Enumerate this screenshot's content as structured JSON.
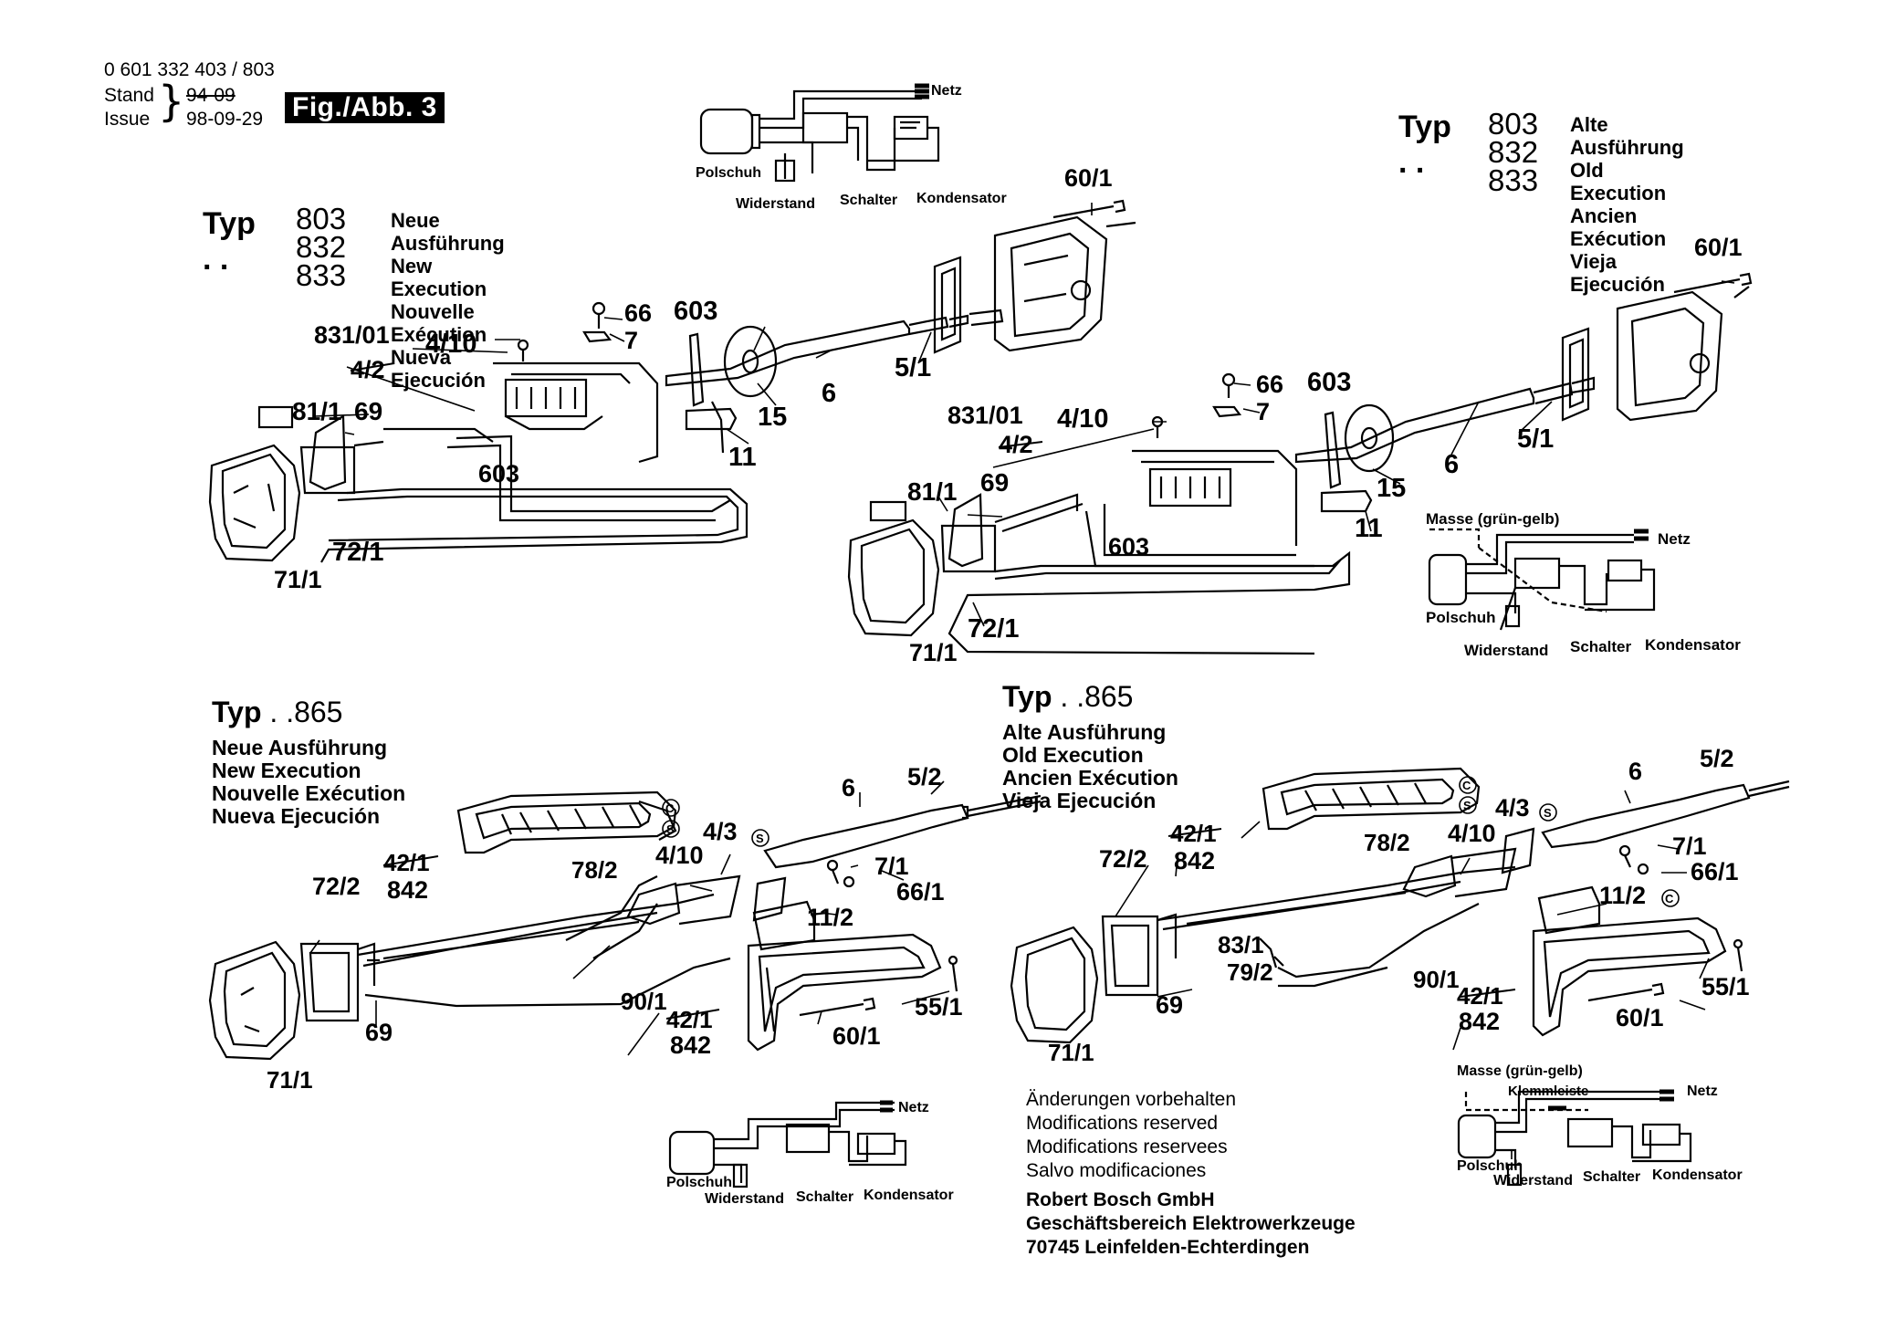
{
  "header": {
    "part_number": "0 601 332 403 / 803",
    "stand_label": "Stand",
    "issue_label": "Issue",
    "stand_value_struck": "94-09",
    "issue_value": "98-09-29",
    "figure_label": "Fig./Abb. 3"
  },
  "type_blocks": {
    "new_803": {
      "typ": "Typ",
      "codes": [
        "803",
        "832",
        "833"
      ],
      "descriptions": [
        "Neue Ausführung",
        "New Execution",
        "Nouvelle Exécution",
        "Nueva Ejecución"
      ]
    },
    "old_803": {
      "typ": "Typ",
      "codes": [
        "803",
        "832",
        "833"
      ],
      "descriptions": [
        "Alte Ausführung",
        "Old Execution",
        "Ancien Exécution",
        "Vieja Ejecución"
      ]
    },
    "new_865": {
      "typ": "Typ",
      "code": "865",
      "descriptions": [
        "Neue Ausführung",
        "New Execution",
        "Nouvelle Exécution",
        "Nueva Ejecución"
      ]
    },
    "old_865": {
      "typ": "Typ",
      "code": "865",
      "descriptions": [
        "Alte Ausführung",
        "Old Execution",
        "Ancien Exécution",
        "Vieja Ejecución"
      ]
    }
  },
  "wiring": {
    "netz": "Netz",
    "polschuh": "Polschuh",
    "widerstand": "Widerstand",
    "schalter": "Schalter",
    "kondensator": "Kondensator",
    "masse": "Masse (grün-gelb)",
    "klemmleiste": "Klemmleiste"
  },
  "part_labels": {
    "p60_1": "60/1",
    "p66": "66",
    "p7": "7",
    "p603": "603",
    "p831_01": "831/01",
    "p4_10": "4/10",
    "p4_2": "4/2",
    "p5_1": "5/1",
    "p6": "6",
    "p15": "15",
    "p11": "11",
    "p81_1": "81/1",
    "p69": "69",
    "p72_1": "72/1",
    "p71_1": "71/1",
    "p5_2": "5/2",
    "p4_3": "4/3",
    "p78_2": "78/2",
    "p7_1": "7/1",
    "p66_1": "66/1",
    "p11_2": "11/2",
    "p42_1": "42/1",
    "p842": "842",
    "p72_2": "72/2",
    "p90_1": "90/1",
    "p55_1": "55/1",
    "p83_1": "83/1",
    "p79_2": "79/2",
    "c": "C",
    "s": "S"
  },
  "footer": {
    "lines": [
      "Änderungen vorbehalten",
      "Modifications reserved",
      "Modifications reservees",
      "Salvo modificaciones"
    ],
    "company": [
      "Robert Bosch GmbH",
      "Geschäftsbereich Elektrowerkzeuge",
      "70745 Leinfelden-Echterdingen"
    ]
  }
}
